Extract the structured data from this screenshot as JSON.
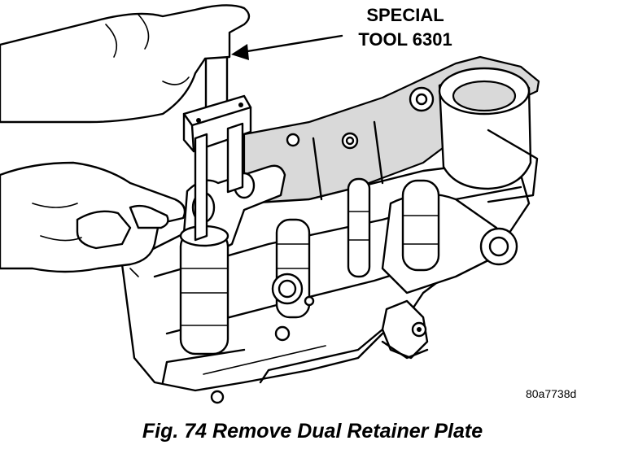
{
  "figure": {
    "callout_line1": "SPECIAL",
    "callout_line2": "TOOL 6301",
    "image_code": "80a7738d",
    "caption": "Fig. 74 Remove Dual Retainer Plate"
  }
}
